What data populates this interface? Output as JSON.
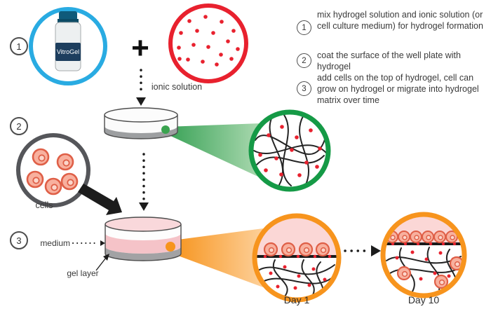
{
  "steps_panel": {
    "items": [
      {
        "number": "1",
        "text": "mix hydrogel solution and ionic solution (or cell culture medium) for hydrogel formation"
      },
      {
        "number": "2",
        "text": "coat the surface of the well plate with hydrogel"
      },
      {
        "number": "3",
        "text": "add cells on the top of hydrogel, cell can grow on hydrogel or migrate into hydrogel matrix over time"
      }
    ]
  },
  "diagram": {
    "step_markers": [
      "1",
      "2",
      "3"
    ],
    "vial_label": "VitroGel",
    "plus_sign": "+",
    "ionic_solution_label": "ionic solution",
    "cells_label": "cells",
    "medium_label": "medium",
    "gel_layer_label": "gel layer",
    "day1_label": "Day 1",
    "day10_label": "Day 10"
  },
  "colors": {
    "vial_circle_blue": "#29abe2",
    "ionic_circle_red": "#e8212e",
    "hydrogel_circle_green": "#159a46",
    "day_circle_orange": "#f7941d",
    "cells_circle_gray": "#55565a",
    "cell_fill": "#f8b09e",
    "cell_stroke": "#df5f47",
    "medium_pink": "#f5c3c8",
    "gel_gray": "#a2a2a4"
  }
}
